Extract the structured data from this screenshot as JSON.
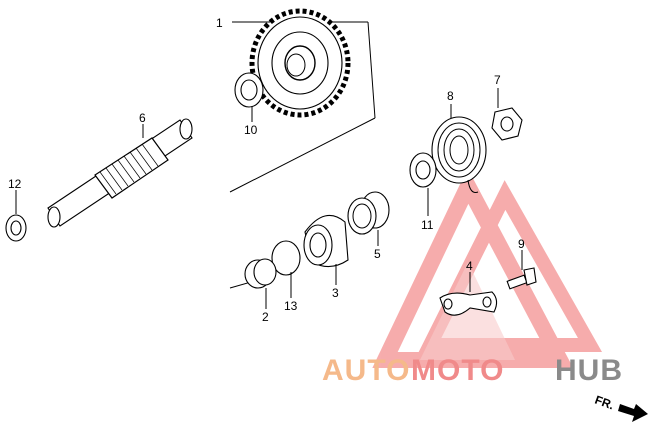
{
  "callouts": [
    "1",
    "2",
    "3",
    "4",
    "5",
    "6",
    "7",
    "8",
    "9",
    "10",
    "11",
    "12",
    "13"
  ],
  "watermark": {
    "part1": "AUTO",
    "part2": "MOTO",
    "part3": "HUB"
  },
  "direction_label": "FR."
}
